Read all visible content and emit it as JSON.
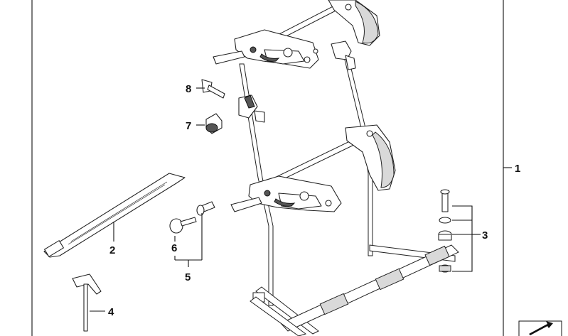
{
  "diagram": {
    "callouts": [
      {
        "id": "1",
        "label": "1"
      },
      {
        "id": "2",
        "label": "2"
      },
      {
        "id": "3",
        "label": "3"
      },
      {
        "id": "4",
        "label": "4"
      },
      {
        "id": "5",
        "label": "5"
      },
      {
        "id": "6",
        "label": "6"
      },
      {
        "id": "7",
        "label": "7"
      },
      {
        "id": "8",
        "label": "8"
      }
    ],
    "icons": [
      "bike-carrier-frame",
      "fastening-strap",
      "key-lock-set",
      "t-handle-key",
      "mounting-hardware",
      "clamp-knob",
      "wing-screw",
      "navigation-arrow-icon"
    ]
  }
}
